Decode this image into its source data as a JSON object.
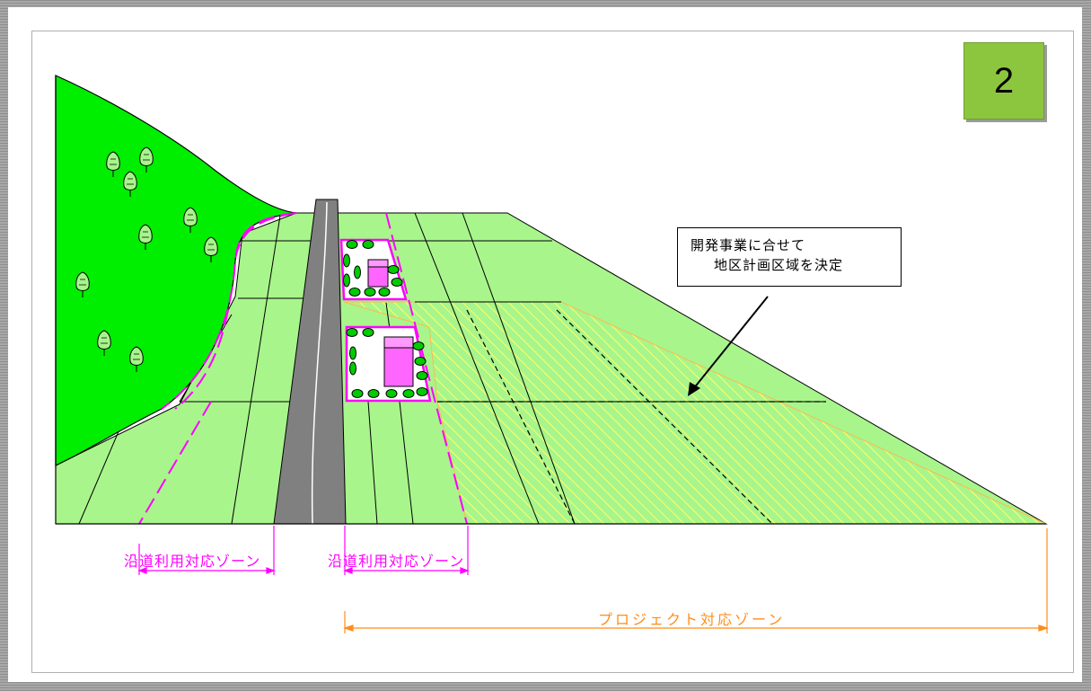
{
  "badge": {
    "number": "2"
  },
  "callout": {
    "line1": "開発事業に合せて",
    "line2": "地区計画区域を決定"
  },
  "zones": {
    "roadside_left": "沿道利用対応ゾーン",
    "roadside_right": "沿道利用対応ゾーン",
    "project": "プロジェクト対応ゾーン"
  },
  "colors": {
    "hill": "#00ee00",
    "field": "#a8f58c",
    "road": "#808080",
    "building": "#ff66ff",
    "zone_line": "#ff00ff",
    "project_line": "#ff8c1a",
    "hatch": "#ffff66",
    "badge": "#8cc63f"
  },
  "icons": [
    "tree-icon",
    "shrub-icon",
    "building-icon",
    "arrow-icon"
  ]
}
